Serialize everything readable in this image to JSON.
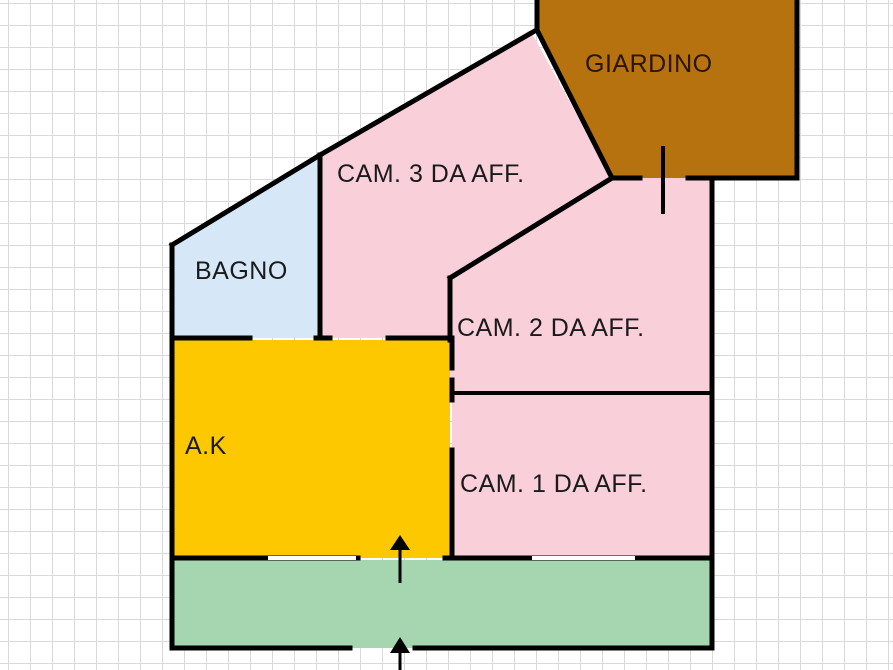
{
  "plan": {
    "rooms": [
      {
        "id": "giardino",
        "label": "GIARDINO",
        "color": "#b5720e"
      },
      {
        "id": "cam3",
        "label": "CAM. 3 DA AFF.",
        "color": "#f9cfda"
      },
      {
        "id": "bagno",
        "label": "BAGNO",
        "color": "#d6e8f7"
      },
      {
        "id": "cam2",
        "label": "CAM. 2 DA AFF.",
        "color": "#f9cfda"
      },
      {
        "id": "ak",
        "label": "A.K",
        "color": "#fdc800"
      },
      {
        "id": "cam1",
        "label": "CAM. 1 DA AFF.",
        "color": "#f9cfda"
      },
      {
        "id": "balcony",
        "label": "",
        "color": "#a5d6b0"
      }
    ],
    "wall_color": "#000000",
    "grid_color": "#d9d9d9",
    "entry_arrows": [
      "entry-arrow-outside",
      "entry-arrow-inside"
    ]
  }
}
